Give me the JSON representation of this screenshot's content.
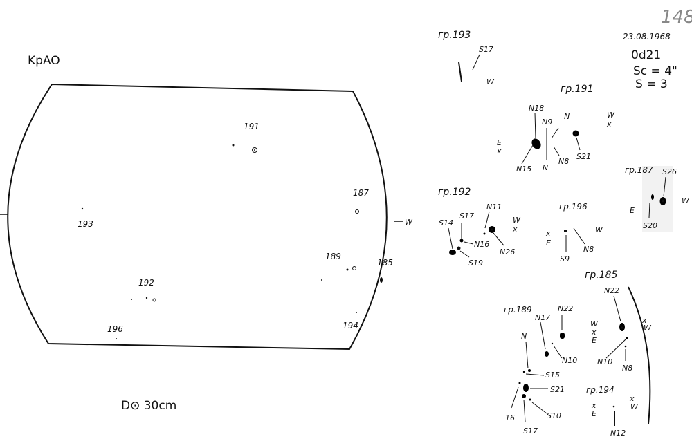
{
  "header": {
    "observatory": "KpAO",
    "sheet_number": "148",
    "date": "23.08.1968",
    "time": "0d21",
    "seeing_sc": "Sc = 4\"",
    "seeing_s": "S = 3"
  },
  "disk": {
    "west_label": "W",
    "diameter_label": "D⊙ 30cm",
    "groups": [
      "191",
      "187",
      "193",
      "189",
      "185",
      "192",
      "194",
      "196"
    ]
  },
  "details": {
    "g193": {
      "title": "гр.193",
      "spots": [
        "S17"
      ],
      "w": "W"
    },
    "g191": {
      "title": "гр.191",
      "spots": [
        "N18",
        "N9",
        "N",
        "N15",
        "N",
        "N8",
        "S21"
      ],
      "e": "E",
      "w": "W"
    },
    "g187": {
      "title": "гр.187",
      "spots": [
        "S26",
        "S20"
      ],
      "e": "E",
      "w": "W"
    },
    "g192": {
      "title": "гр.192",
      "spots": [
        "S14",
        "S17",
        "N11",
        "N16",
        "N26",
        "S19"
      ],
      "w": "W"
    },
    "g196": {
      "title": "гр.196",
      "spots": [
        "S9",
        "N8"
      ],
      "e": "E",
      "w": "W"
    },
    "g185": {
      "title": "гр.185",
      "spots": [
        "N22",
        "N10",
        "N8"
      ],
      "e": "E",
      "w": "W",
      "w2": "W"
    },
    "g189": {
      "title": "гр.189",
      "spots": [
        "N17",
        "N22",
        "N",
        "N10",
        "S15",
        "S21",
        "16",
        "S10",
        "S17"
      ]
    },
    "g194": {
      "title": "гр.194",
      "spots": [
        "N12"
      ],
      "e": "E",
      "w": "W"
    }
  }
}
